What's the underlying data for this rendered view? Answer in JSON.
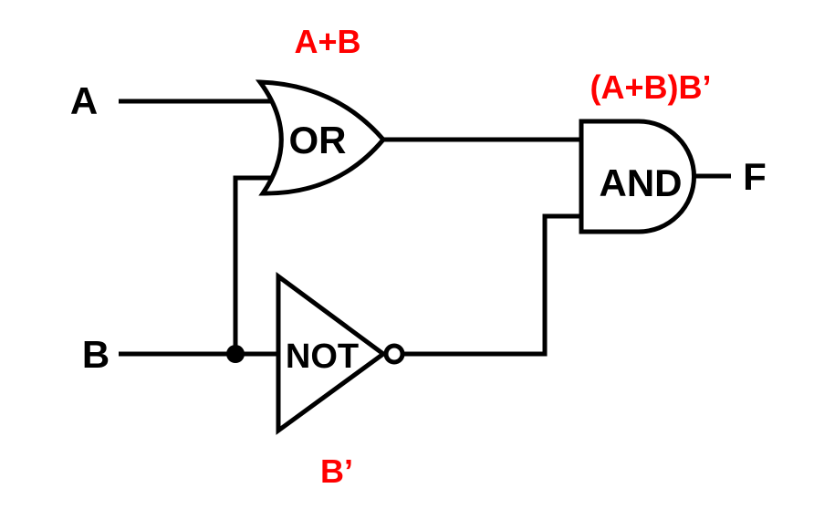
{
  "circuit": {
    "inputs": [
      {
        "name": "A"
      },
      {
        "name": "B"
      }
    ],
    "output": {
      "name": "F"
    },
    "gates": {
      "or": {
        "label": "OR",
        "annotation": "A+B",
        "inputs": [
          "A",
          "B"
        ]
      },
      "not": {
        "label": "NOT",
        "annotation": "B’",
        "inputs": [
          "B"
        ]
      },
      "and": {
        "label": "AND",
        "annotation": "(A+B)B’",
        "inputs": [
          "A+B",
          "B’"
        ],
        "output": "F"
      }
    },
    "colors": {
      "line": "#000000",
      "annotation": "#ff0000",
      "gate_fill": "#ffffff",
      "background": "#ffffff"
    }
  }
}
